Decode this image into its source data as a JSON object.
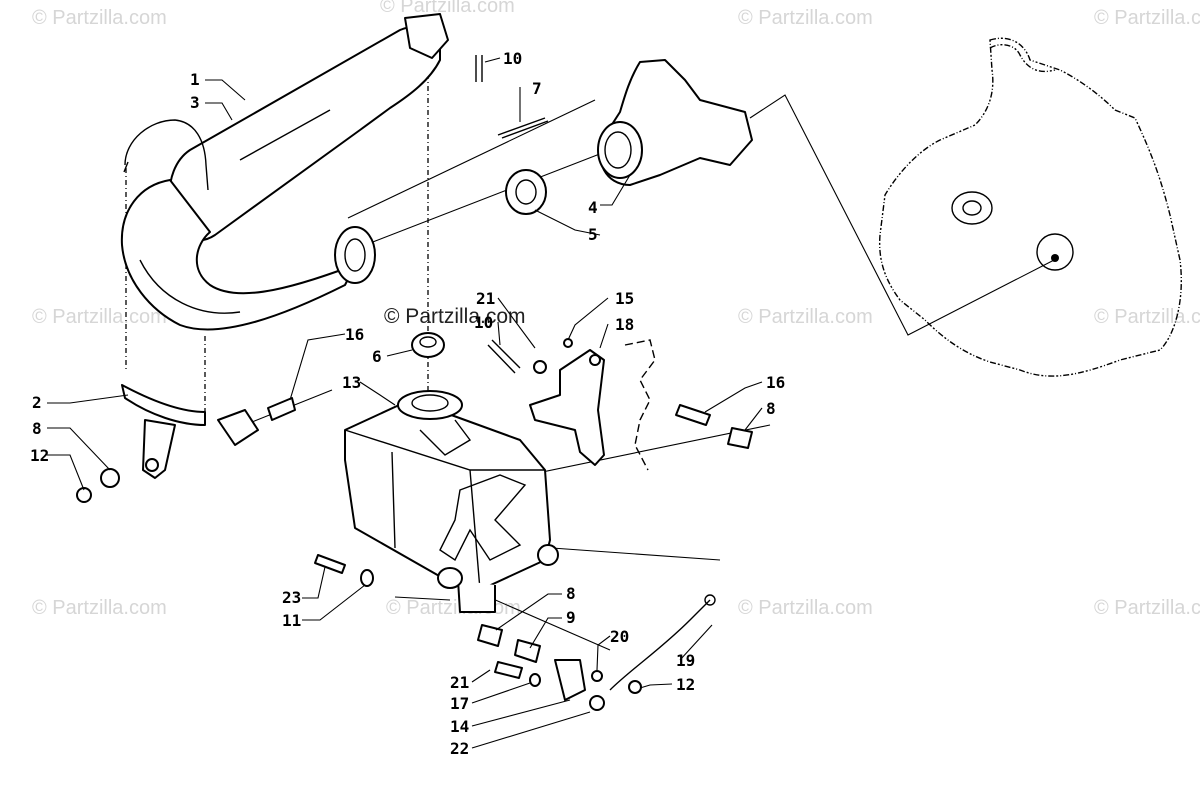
{
  "watermark_text": "© Partzilla.com",
  "watermark_prominent": "© Partzilla.com",
  "callouts": [
    "1",
    "2",
    "3",
    "4",
    "5",
    "6",
    "7",
    "8",
    "8",
    "8",
    "9",
    "10",
    "10",
    "11",
    "12",
    "12",
    "13",
    "14",
    "15",
    "16",
    "16",
    "17",
    "18",
    "19",
    "20",
    "21",
    "21",
    "22",
    "23"
  ],
  "part_names": {
    "muffler": "exhaust-muffler-icon",
    "manifold": "exhaust-manifold-icon",
    "resonator": "resonator-box-icon",
    "engine": "engine-outline-icon"
  }
}
